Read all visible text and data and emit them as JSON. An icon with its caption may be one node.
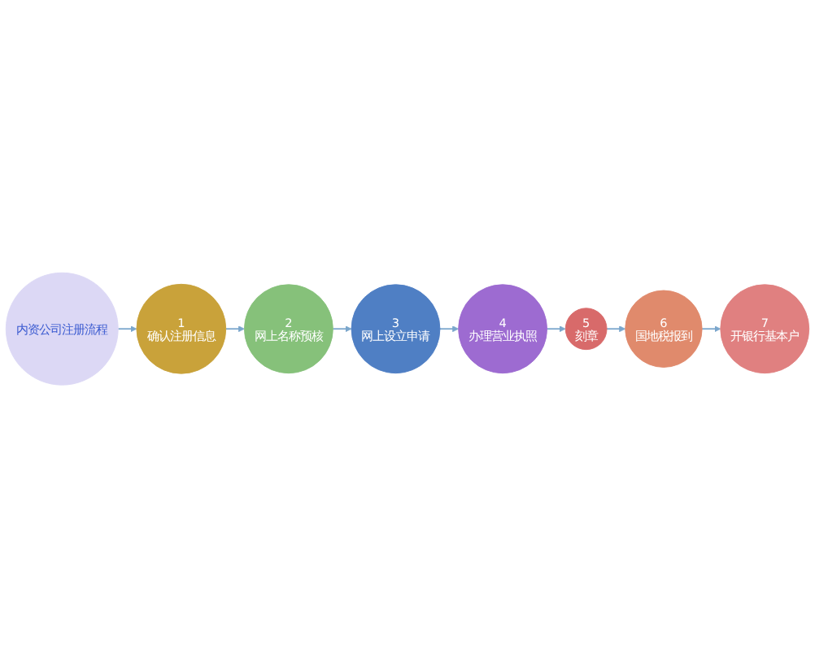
{
  "diagram": {
    "nodes": [
      {
        "text": [
          "内资公司注册流程"
        ]
      },
      {
        "text": [
          "1",
          "确认注册信息"
        ]
      },
      {
        "text": [
          "2",
          "网上名称预核"
        ]
      },
      {
        "text": [
          "3",
          "网上设立申请"
        ]
      },
      {
        "text": [
          "4",
          "办理营业执照"
        ]
      },
      {
        "text": [
          "5",
          "刻章"
        ]
      },
      {
        "text": [
          "6",
          "国地税报到"
        ]
      },
      {
        "text": [
          "7",
          "开银行基本户"
        ]
      }
    ],
    "edges": [
      {
        "from": 0,
        "to": 1,
        "arrow": "to"
      },
      {
        "from": 1,
        "to": 2,
        "arrow": "to"
      },
      {
        "from": 2,
        "to": 3,
        "arrow": "to"
      },
      {
        "from": 3,
        "to": 4,
        "arrow": "to"
      },
      {
        "from": 4,
        "to": 5,
        "arrow": "to"
      },
      {
        "from": 5,
        "to": 6,
        "arrow": "to"
      },
      {
        "from": 6,
        "to": 7,
        "arrow": "to"
      }
    ]
  }
}
